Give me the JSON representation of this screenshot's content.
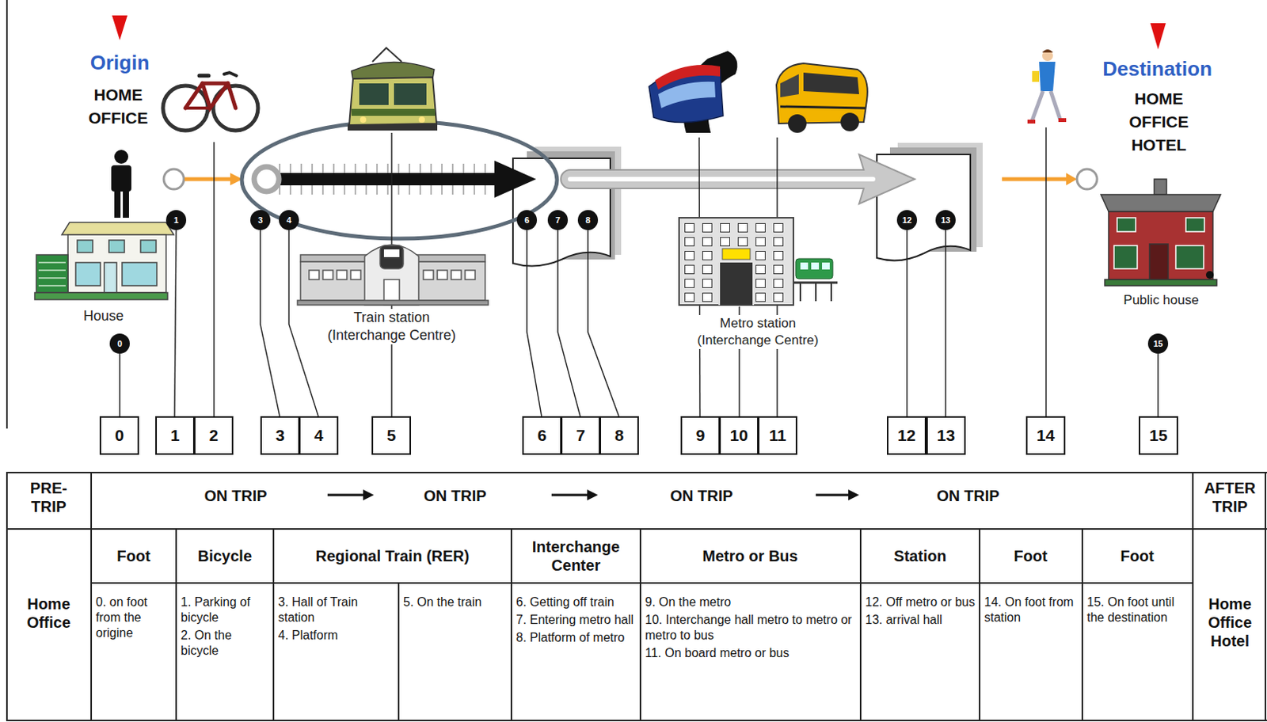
{
  "diagram": {
    "nodes": [
      {
        "text": [
          "0"
        ]
      },
      {
        "text": [
          "1"
        ]
      },
      {
        "text": [
          "2"
        ]
      },
      {
        "text": [
          "3"
        ]
      },
      {
        "text": [
          "4"
        ]
      },
      {
        "text": [
          "5"
        ]
      },
      {
        "text": [
          "6"
        ]
      },
      {
        "text": [
          "7"
        ]
      },
      {
        "text": [
          "8"
        ]
      },
      {
        "text": [
          "9"
        ]
      },
      {
        "text": [
          "10"
        ]
      },
      {
        "text": [
          "11"
        ]
      },
      {
        "text": [
          "12"
        ]
      },
      {
        "text": [
          "13"
        ]
      },
      {
        "text": [
          "14"
        ]
      },
      {
        "text": [
          "15"
        ]
      }
    ],
    "labels": [
      "Origin",
      "HOME OFFICE",
      "House",
      "Train station (Interchange Centre)",
      "Metro station (Interchange Centre)",
      "Destination",
      "HOME OFFICE HOTEL",
      "Public house",
      "0",
      "1",
      "3",
      "4",
      "6",
      "7",
      "8",
      "12",
      "13",
      "15",
      "PRE-TRIP",
      "ON TRIP",
      "ON TRIP",
      "ON TRIP",
      "ON TRIP",
      "AFTER TRIP",
      "Home Office",
      "Foot",
      "Bicycle",
      "Regional Train (RER)",
      "Interchange Center",
      "Metro or Bus",
      "Station",
      "Foot",
      "Foot",
      "Home Office Hotel",
      "0. on foot from the origine",
      "1. Parking of bicycle",
      "2. On the bicycle",
      "3. Hall of Train station",
      "4. Platform",
      "5. On the train",
      "6. Getting off train",
      "7. Entering metro hall",
      "8. Platform of metro",
      "9. On the metro",
      "10. Interchange hall metro to metro or metro to bus",
      "11. On board metro or bus",
      "12. Off metro or bus",
      "13. arrival hall",
      "14. On foot from station",
      "15. On foot until the destination"
    ]
  }
}
